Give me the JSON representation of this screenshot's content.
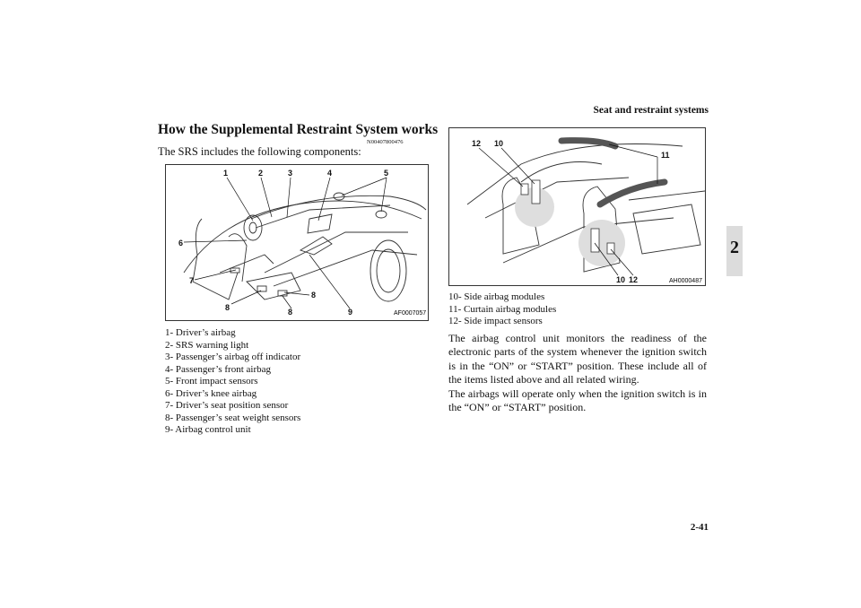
{
  "header": {
    "title": "Seat and restraint systems"
  },
  "section_tab": {
    "number": "2"
  },
  "page_number": "2-41",
  "heading": "How the Supplemental Restraint System works",
  "ref_code": "N00407800476",
  "intro": "The SRS includes the following components:",
  "figure_left": {
    "code": "AF0007057",
    "callouts": [
      "1",
      "2",
      "3",
      "4",
      "5",
      "6",
      "7",
      "8",
      "8",
      "8",
      "9"
    ]
  },
  "legend_left": [
    "1- Driver’s airbag",
    "2- SRS warning light",
    "3- Passenger’s airbag off indicator",
    "4- Passenger’s front airbag",
    "5- Front impact sensors",
    "6- Driver’s knee airbag",
    "7- Driver’s seat position sensor",
    "8- Passenger’s seat weight sensors",
    "9- Airbag control unit"
  ],
  "figure_right": {
    "code": "AH0000487",
    "callouts": [
      "12",
      "10",
      "11",
      "10",
      "12"
    ]
  },
  "legend_right": [
    "10- Side airbag modules",
    "11- Curtain airbag modules",
    "12- Side impact sensors"
  ],
  "paragraphs": [
    "The airbag control unit monitors the readiness of the electronic parts of the system whenever the ignition switch is in the “ON” or “START” position. These include all of the items listed above and all related wiring.",
    "The airbags will operate only when the ignition switch is in the “ON” or “START” position."
  ]
}
